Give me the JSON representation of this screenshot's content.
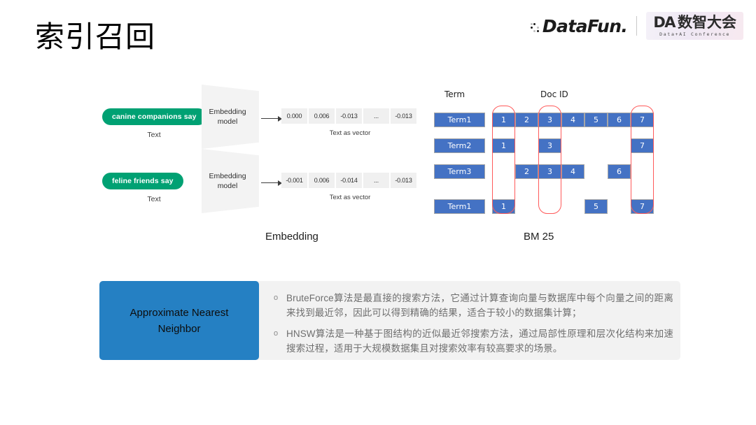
{
  "slide": {
    "title": "索引召回"
  },
  "brand": {
    "datafun_wordmark": "DataFun.",
    "da_mark": "DA",
    "da_chinese": "数智大会",
    "da_subtitle": "Data+AI Conference"
  },
  "embedding": {
    "caption": "Embedding",
    "rows": [
      {
        "text_value": "canine companions say",
        "text_caption": "Text",
        "model_label": "Embedding\nmodel",
        "model_label_line1": "Embedding",
        "model_label_line2": "model",
        "vector": [
          "0.000",
          "0.006",
          "-0.013",
          "...",
          "-0.013"
        ],
        "vector_caption": "Text as vector"
      },
      {
        "text_value": "feline friends say",
        "text_caption": "Text",
        "model_label_line1": "Embedding",
        "model_label_line2": "model",
        "vector": [
          "-0.001",
          "0.006",
          "-0.014",
          "...",
          "-0.013"
        ],
        "vector_caption": "Text as vector"
      }
    ]
  },
  "bm25": {
    "caption": "BM 25",
    "header_term": "Term",
    "header_docid": "Doc ID",
    "rows": [
      {
        "term": "Term1",
        "docs": [
          "1",
          "2",
          "3",
          "4",
          "5",
          "6",
          "7"
        ]
      },
      {
        "term": "Term2",
        "docs": [
          "1",
          "3",
          "7"
        ]
      },
      {
        "term": "Term3",
        "docs": [
          "2",
          "3",
          "4",
          "6"
        ]
      },
      {
        "term": "Term1",
        "docs": [
          "1",
          "5",
          "7"
        ]
      }
    ],
    "highlighted_columns": [
      "1",
      "3",
      "7"
    ]
  },
  "ann": {
    "badge_label": "Approximate Nearest Neighbor",
    "bullet_marker": "o",
    "bullets": [
      "BruteForce算法是最直接的搜索方法，它通过计算查询向量与数据库中每个向量之间的距离来找到最近邻，因此可以得到精确的结果，适合于较小的数据集计算；",
      "HNSW算法是一种基于图结构的近似最近邻搜索方法，通过局部性原理和层次化结构来加速搜索过程，适用于大规模数据集且对搜索效率有较高要求的场景。"
    ]
  },
  "colors": {
    "pill_green": "#00a173",
    "cell_blue": "#4472c4",
    "badge_blue": "#2580c3",
    "highlight_red": "#ff5a5a",
    "panel_gray": "#f2f2f2"
  }
}
